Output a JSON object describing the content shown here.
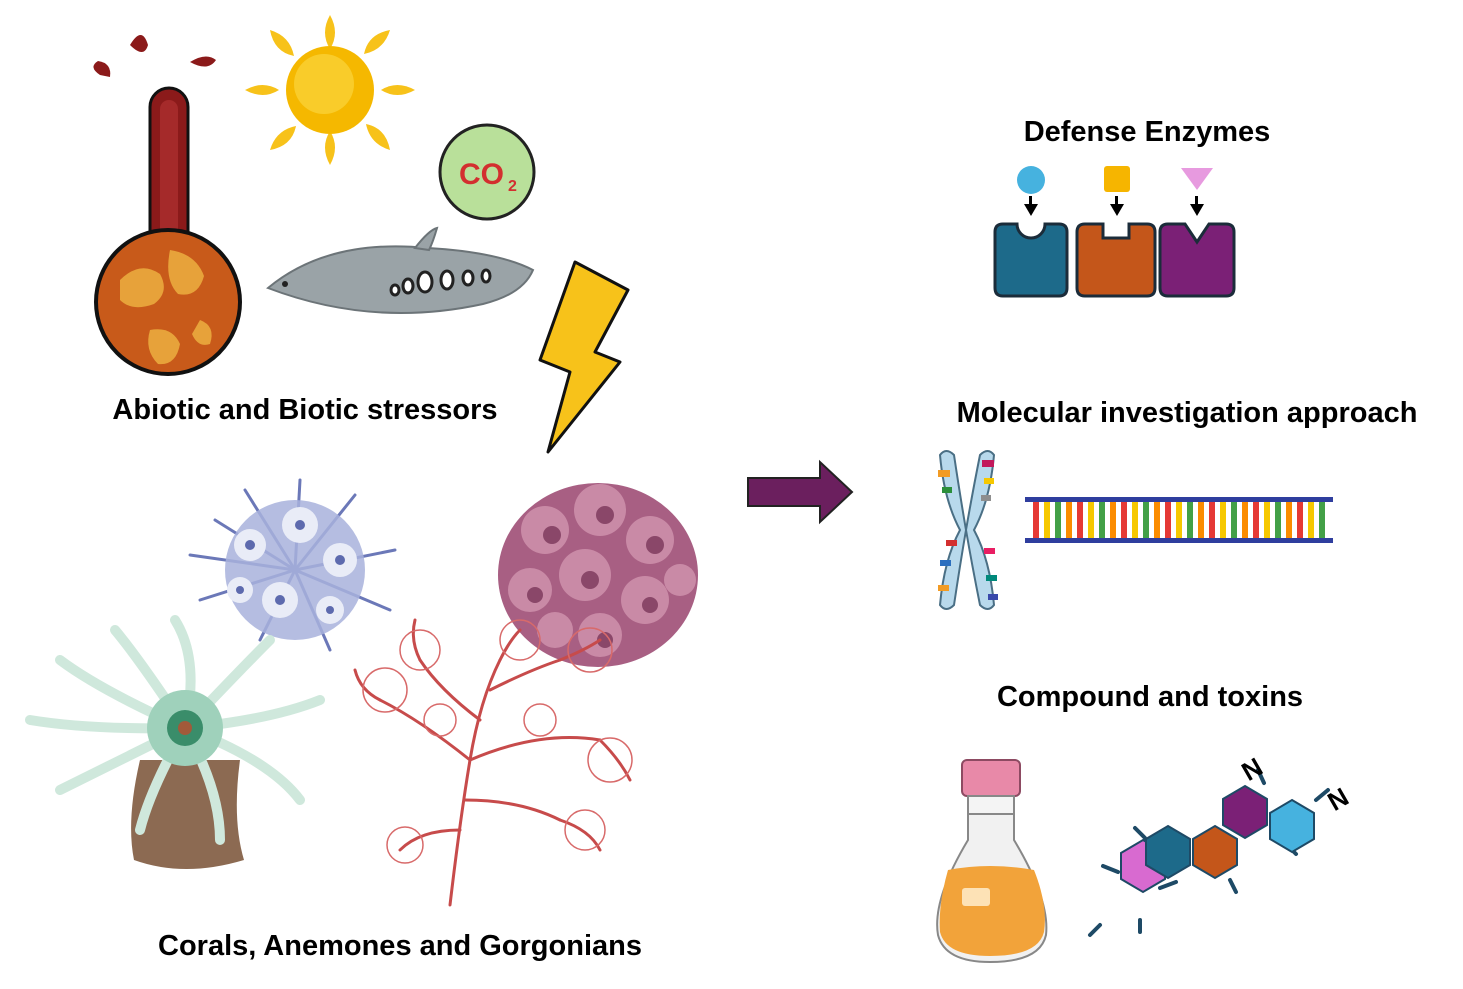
{
  "labels": {
    "stressors": "Abiotic and Biotic stressors",
    "organisms": "Corals, Anemones and Gorgonians",
    "enzymes": "Defense Enzymes",
    "molecular": "Molecular investigation approach",
    "compounds": "Compound and toxins"
  },
  "icons": {
    "co2": {
      "text": "CO",
      "sub": "2"
    },
    "nitrogen_atom": "N"
  },
  "colors": {
    "thermometer_red": "#8b1a1a",
    "sun_yellow": "#f7c21a",
    "co2_circle": "#b9e09a",
    "co2_text": "#d32f2f",
    "fish_gray": "#9aa3a7",
    "lightning": "#f7c21a",
    "arrow_purple": "#6b1f5e",
    "enzyme_blue": "#1d6a8a",
    "enzyme_orange": "#c4561a",
    "enzyme_purple": "#7b2076",
    "hex_blue_light": "#46b2df",
    "hex_pink": "#d86ad0"
  }
}
